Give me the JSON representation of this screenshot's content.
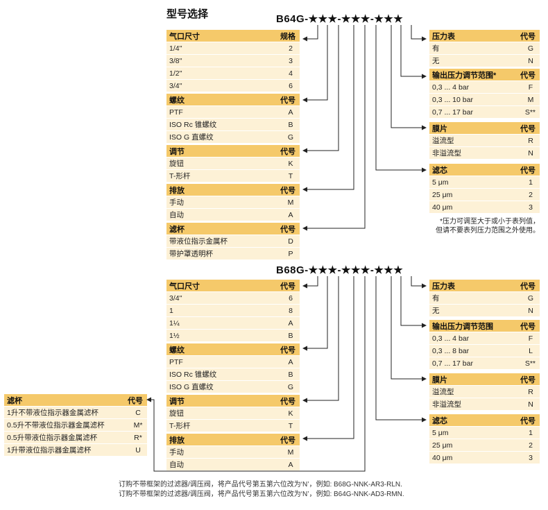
{
  "title": "型号选择",
  "model_b64": "B64G-★★★-★★★-★★★",
  "model_b68": "B68G-★★★-★★★-★★★",
  "b64_left": [
    {
      "header": [
        "气口尺寸",
        "规格"
      ],
      "rows": [
        [
          "1/4''",
          "2"
        ],
        [
          "3/8''",
          "3"
        ],
        [
          "1/2''",
          "4"
        ],
        [
          "3/4''",
          "6"
        ]
      ]
    },
    {
      "header": [
        "螺纹",
        "代号"
      ],
      "rows": [
        [
          "PTF",
          "A"
        ],
        [
          "ISO Rc 锥螺纹",
          "B"
        ],
        [
          "ISO G 直螺纹",
          "G"
        ]
      ]
    },
    {
      "header": [
        "调节",
        "代号"
      ],
      "rows": [
        [
          "旋钮",
          "K"
        ],
        [
          "T-形杆",
          "T"
        ]
      ]
    },
    {
      "header": [
        "排放",
        "代号"
      ],
      "rows": [
        [
          "手动",
          "M"
        ],
        [
          "自动",
          "A"
        ]
      ]
    },
    {
      "header": [
        "滤杯",
        "代号"
      ],
      "rows": [
        [
          "带液位指示金属杯",
          "D"
        ],
        [
          "带护罩透明杯",
          "P"
        ]
      ]
    }
  ],
  "b64_right": [
    {
      "header": [
        "压力表",
        "代号"
      ],
      "rows": [
        [
          "有",
          "G"
        ],
        [
          "无",
          "N"
        ]
      ]
    },
    {
      "header": [
        "输出压力调节范围*",
        "代号"
      ],
      "rows": [
        [
          "0,3 ... 4 bar",
          "F"
        ],
        [
          "0,3 ... 10 bar",
          "M"
        ],
        [
          "0,7 ... 17 bar",
          "S**"
        ]
      ]
    },
    {
      "header": [
        "膜片",
        "代号"
      ],
      "rows": [
        [
          "溢流型",
          "R"
        ],
        [
          "非溢流型",
          "N"
        ]
      ]
    },
    {
      "header": [
        "滤芯",
        "代号"
      ],
      "rows": [
        [
          "5 μm",
          "1"
        ],
        [
          "25 μm",
          "2"
        ],
        [
          "40 μm",
          "3"
        ]
      ]
    }
  ],
  "note": [
    "*压力可调至大于或小于表列值，",
    "但请不要表列压力范围之外使用。"
  ],
  "b68_left": [
    {
      "header": [
        "气口尺寸",
        "代号"
      ],
      "rows": [
        [
          "3/4''",
          "6"
        ],
        [
          "1",
          "8"
        ],
        [
          "1¼",
          "A"
        ],
        [
          "1½",
          "B"
        ]
      ]
    },
    {
      "header": [
        "螺纹",
        "代号"
      ],
      "rows": [
        [
          "PTF",
          "A"
        ],
        [
          "ISO Rc 锥螺纹",
          "B"
        ],
        [
          "ISO G 直螺纹",
          "G"
        ]
      ]
    },
    {
      "header": [
        "调节",
        "代号"
      ],
      "rows": [
        [
          "旋钮",
          "K"
        ],
        [
          "T-形杆",
          "T"
        ]
      ]
    },
    {
      "header": [
        "排放",
        "代号"
      ],
      "rows": [
        [
          "手动",
          "M"
        ],
        [
          "自动",
          "A"
        ]
      ]
    }
  ],
  "b68_right": [
    {
      "header": [
        "压力表",
        "代号"
      ],
      "rows": [
        [
          "有",
          "G"
        ],
        [
          "无",
          "N"
        ]
      ]
    },
    {
      "header": [
        "输出压力调节范围",
        "代号"
      ],
      "rows": [
        [
          "0,3 ... 4 bar",
          "F"
        ],
        [
          "0,3 ... 8 bar",
          "L"
        ],
        [
          "0,7 ... 17 bar",
          "S**"
        ]
      ]
    },
    {
      "header": [
        "膜片",
        "代号"
      ],
      "rows": [
        [
          "溢流型",
          "R"
        ],
        [
          "非溢流型",
          "N"
        ]
      ]
    },
    {
      "header": [
        "滤芯",
        "代号"
      ],
      "rows": [
        [
          "5 μm",
          "1"
        ],
        [
          "25 μm",
          "2"
        ],
        [
          "40 μm",
          "3"
        ]
      ]
    }
  ],
  "b68_bowl": {
    "header": [
      "滤杯",
      "代号"
    ],
    "rows": [
      [
        "1升不带液位指示器金属滤杯",
        "C"
      ],
      [
        "0.5升不带液位指示器金属滤杯",
        "M*"
      ],
      [
        "0.5升带液位指示器金属滤杯",
        "R*"
      ],
      [
        "1升带液位指示器金属滤杯",
        "U"
      ]
    ]
  },
  "footer": [
    "订购不带框架的过滤器/调压阀，将产品代号第五第六位改为‘N’，例如: B68G-NNK-AR3-RLN.",
    "订购不带框架的过滤器/调压阀，将产品代号第五第六位改为‘N’，例如: B64G-NNK-AD3-RMN."
  ]
}
